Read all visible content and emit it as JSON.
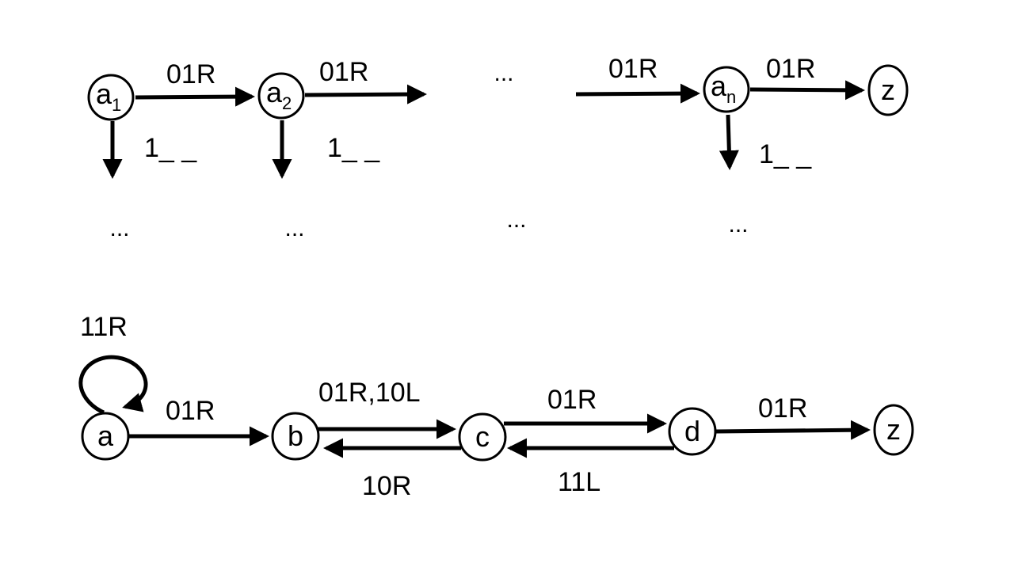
{
  "top": {
    "nodes": {
      "a1": {
        "base": "a",
        "sub": "1"
      },
      "a2": {
        "base": "a",
        "sub": "2"
      },
      "an": {
        "base": "a",
        "sub": "n"
      },
      "z": {
        "text": "z"
      }
    },
    "labels": {
      "a1_a2": "01R",
      "a2_out": "01R",
      "in_an": "01R",
      "an_z": "01R",
      "a1_down": "1_ _",
      "a2_down": "1_ _",
      "an_down": "1_ _"
    },
    "ellipsis": {
      "middle_top": "...",
      "under_a1": "...",
      "under_a2": "...",
      "middle_bottom": "...",
      "under_an": "..."
    }
  },
  "bottom": {
    "nodes": {
      "a": "a",
      "b": "b",
      "c": "c",
      "d": "d",
      "z": "z"
    },
    "labels": {
      "a_loop": "11R",
      "a_b": "01R",
      "b_c": "01R,10L",
      "c_b": "10R",
      "c_d": "01R",
      "d_c": "11L",
      "d_z": "01R"
    }
  }
}
